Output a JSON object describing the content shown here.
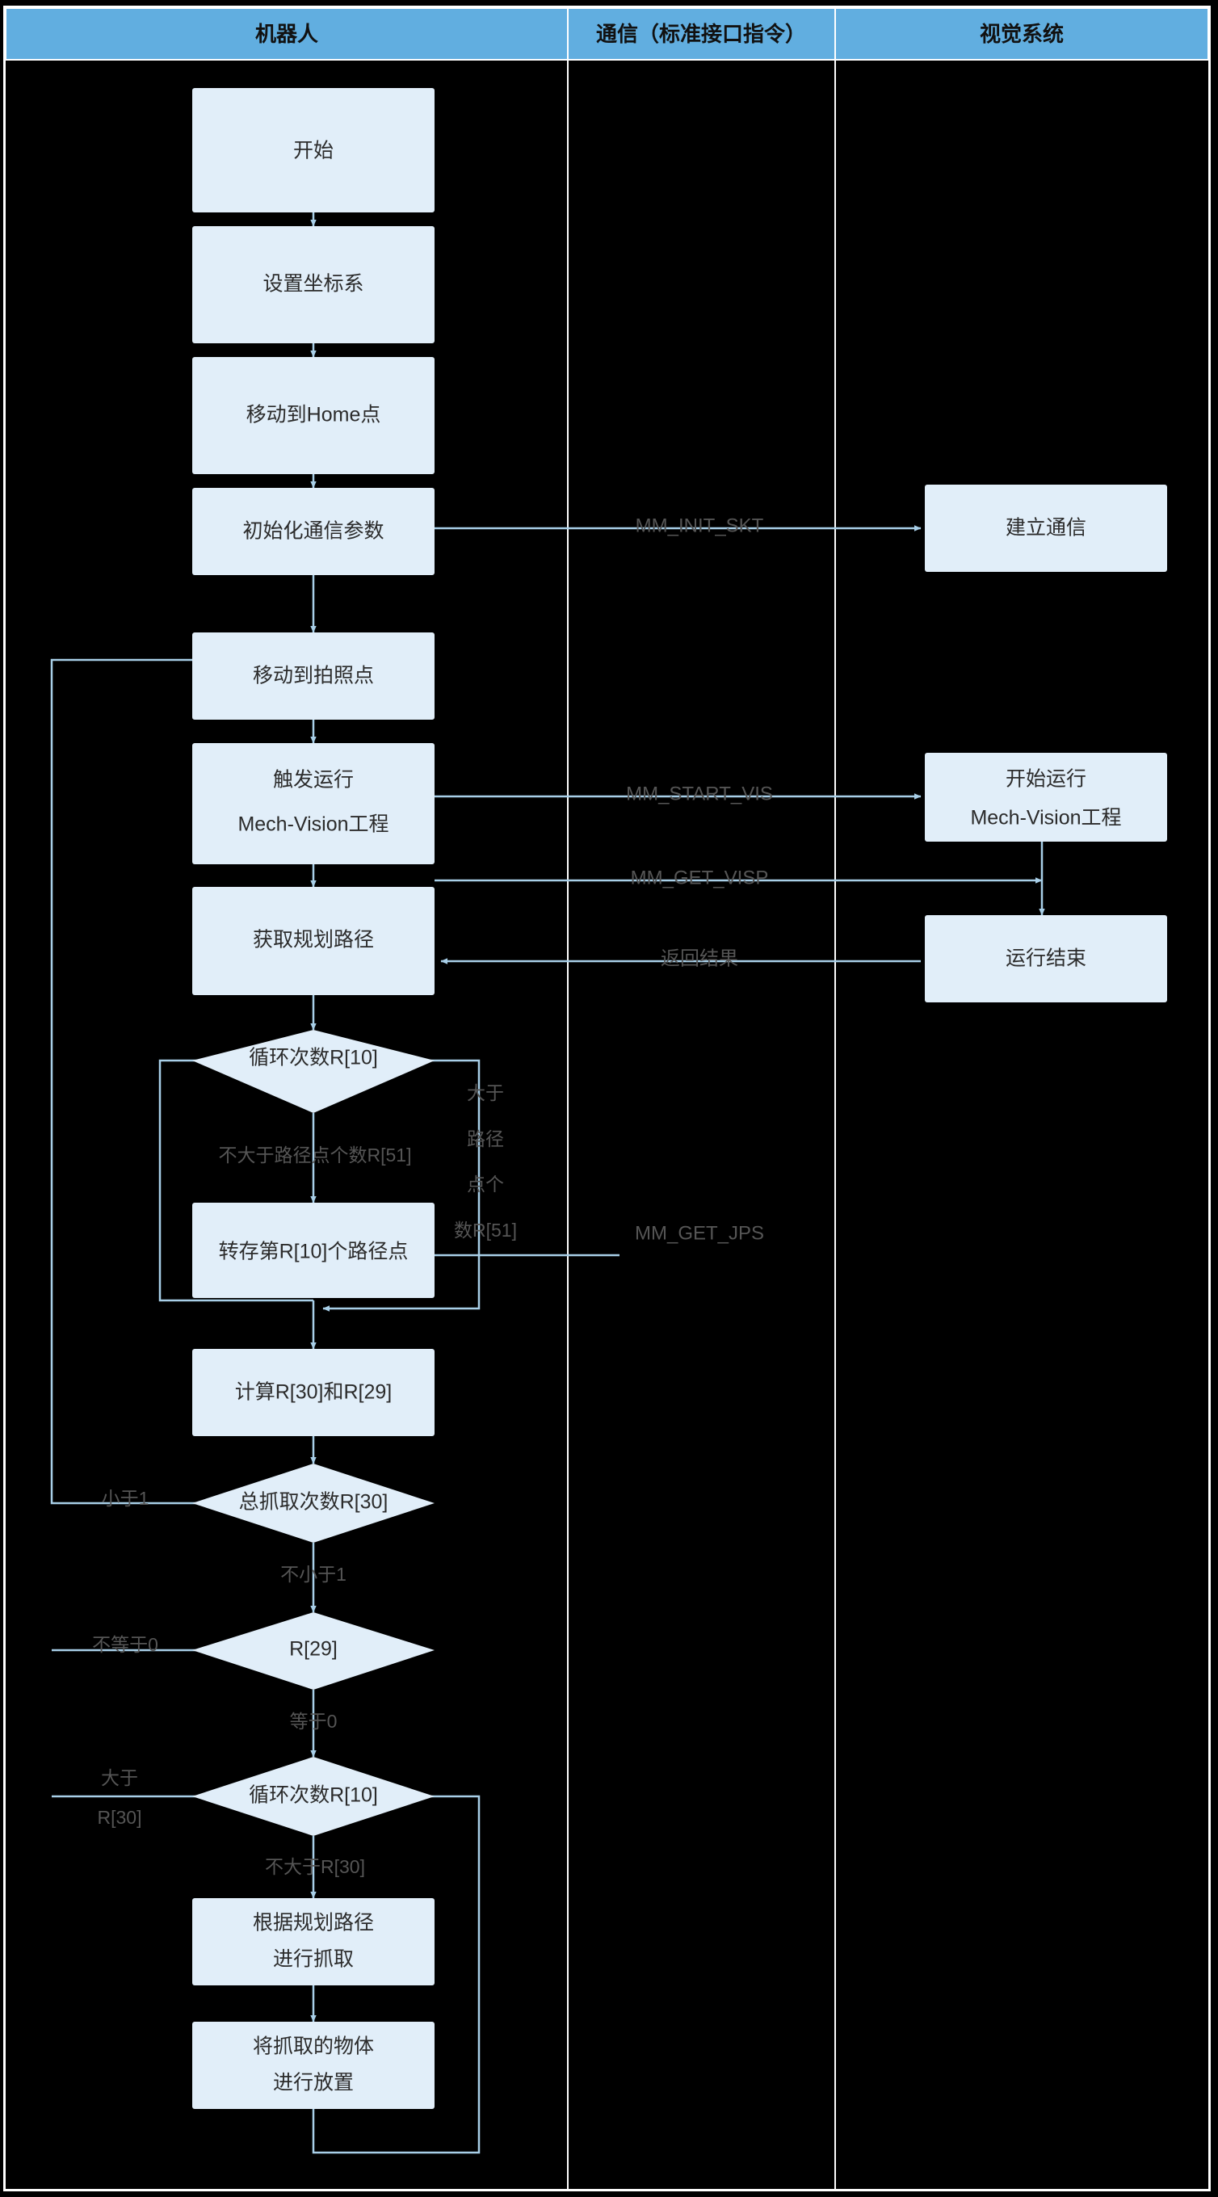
{
  "diagram": {
    "title": "Mech-Vision 机器人抓取流程图",
    "background_color": "#000000",
    "node_fill": "#e1eef9",
    "header_fill": "#61aee0",
    "edge_color": "#a8cfe8",
    "text_color": "#2b2b2b",
    "label_color": "#555555"
  },
  "lanes": [
    {
      "id": "robot",
      "label": "机器人"
    },
    {
      "id": "comm",
      "label": "通信（标准接口指令）"
    },
    {
      "id": "vision",
      "label": "视觉系统"
    }
  ],
  "nodes": {
    "start": {
      "lane": "robot",
      "shape": "rect",
      "label": "开始"
    },
    "set_coord": {
      "lane": "robot",
      "shape": "rect",
      "label": "设置坐标系"
    },
    "move_home": {
      "lane": "robot",
      "shape": "rect",
      "label": "移动到Home点"
    },
    "init_comm": {
      "lane": "robot",
      "shape": "rect",
      "label": "初始化通信参数"
    },
    "move_photo": {
      "lane": "robot",
      "shape": "rect",
      "label": "移动到拍照点"
    },
    "trigger_l1": {
      "lane": "robot",
      "shape": "rect",
      "label": "触发运行"
    },
    "trigger_l2": {
      "lane": "robot",
      "shape": "rect",
      "label": "Mech-Vision工程"
    },
    "get_path": {
      "lane": "robot",
      "shape": "rect",
      "label": "获取规划路径"
    },
    "dec_loop1": {
      "lane": "robot",
      "shape": "diamond",
      "label": "循环次数R[10]"
    },
    "save_point": {
      "lane": "robot",
      "shape": "rect",
      "label": "转存第R[10]个路径点"
    },
    "calc": {
      "lane": "robot",
      "shape": "rect",
      "label": "计算R[30]和R[29]"
    },
    "dec_total": {
      "lane": "robot",
      "shape": "diamond",
      "label": "总抓取次数R[30]"
    },
    "dec_r29": {
      "lane": "robot",
      "shape": "diamond",
      "label": "R[29]"
    },
    "dec_loop2": {
      "lane": "robot",
      "shape": "diamond",
      "label": "循环次数R[10]"
    },
    "pick_l1": {
      "lane": "robot",
      "shape": "rect",
      "label": "根据规划路径"
    },
    "pick_l2": {
      "lane": "robot",
      "shape": "rect",
      "label": "进行抓取"
    },
    "place_l1": {
      "lane": "robot",
      "shape": "rect",
      "label": "将抓取的物体"
    },
    "place_l2": {
      "lane": "robot",
      "shape": "rect",
      "label": "进行放置"
    },
    "est_comm": {
      "lane": "vision",
      "shape": "rect",
      "label": "建立通信"
    },
    "vis_run_l1": {
      "lane": "vision",
      "shape": "rect",
      "label": "开始运行"
    },
    "vis_run_l2": {
      "lane": "vision",
      "shape": "rect",
      "label": "Mech-Vision工程"
    },
    "vis_done": {
      "lane": "vision",
      "shape": "rect",
      "label": "运行结束"
    }
  },
  "edge_labels": {
    "mm_init_skt": "MM_INIT_SKT",
    "mm_start_vis": "MM_START_VIS",
    "mm_get_visp": "MM_GET_VISP",
    "return_result": "返回结果",
    "mm_get_jps": "MM_GET_JPS",
    "gt_path_1": "大于",
    "gt_path_2": "路径",
    "gt_path_3": "点个",
    "gt_path_4": "数R[51]",
    "ngt_path": "不大于路径点个数R[51]",
    "lt_1": "小于1",
    "nlt_1": "不小于1",
    "ne_0": "不等于0",
    "eq_0": "等于0",
    "gt_r30_1": "大于",
    "gt_r30_2": "R[30]",
    "ngt_r30": "不大于R[30]"
  }
}
